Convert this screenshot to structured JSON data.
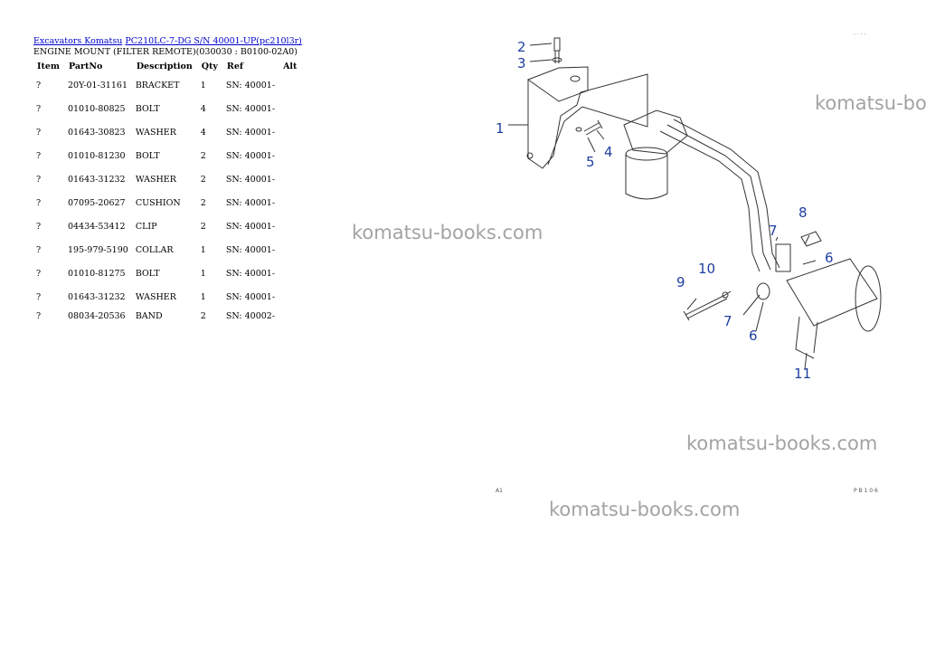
{
  "breadcrumb": {
    "link1": "Excavators Komatsu",
    "link2": "PC210LC-7-DG S/N 40001-UP(pc210l3r)"
  },
  "subtitle": "ENGINE MOUNT (FILTER REMOTE)(030030 : B0100-02A0)",
  "table": {
    "headers": [
      "Item",
      "PartNo",
      "Description",
      "Qty",
      "Ref",
      "Alt"
    ],
    "rows": [
      {
        "item": "?",
        "part": "20Y-01-31161",
        "desc": "BRACKET",
        "qty": "1",
        "ref": "SN: 40001-",
        "alt": ""
      },
      {
        "item": "?",
        "part": "01010-80825",
        "desc": "BOLT",
        "qty": "4",
        "ref": "SN: 40001-",
        "alt": ""
      },
      {
        "item": "?",
        "part": "01643-30823",
        "desc": "WASHER",
        "qty": "4",
        "ref": "SN: 40001-",
        "alt": ""
      },
      {
        "item": "?",
        "part": "01010-81230",
        "desc": "BOLT",
        "qty": "2",
        "ref": "SN: 40001-",
        "alt": ""
      },
      {
        "item": "?",
        "part": "01643-31232",
        "desc": "WASHER",
        "qty": "2",
        "ref": "SN: 40001-",
        "alt": ""
      },
      {
        "item": "?",
        "part": "07095-20627",
        "desc": "CUSHION",
        "qty": "2",
        "ref": "SN: 40001-",
        "alt": ""
      },
      {
        "item": "?",
        "part": "04434-53412",
        "desc": "CLIP",
        "qty": "2",
        "ref": "SN: 40001-",
        "alt": ""
      },
      {
        "item": "?",
        "part": "195-979-5190",
        "desc": "COLLAR",
        "qty": "1",
        "ref": "SN: 40001-",
        "alt": ""
      },
      {
        "item": "?",
        "part": "01010-81275",
        "desc": "BOLT",
        "qty": "1",
        "ref": "SN: 40001-",
        "alt": ""
      },
      {
        "item": "?",
        "part": "01643-31232",
        "desc": "WASHER",
        "qty": "1",
        "ref": "SN: 40001-",
        "alt": ""
      },
      {
        "item": "?",
        "part": "08034-20536",
        "desc": "BAND",
        "qty": "2",
        "ref": "SN: 40002-",
        "alt": ""
      }
    ]
  },
  "watermark": "komatsu-books.com",
  "diagram": {
    "callouts": [
      "1",
      "2",
      "3",
      "4",
      "5",
      "6",
      "6",
      "7",
      "7",
      "8",
      "9",
      "10",
      "11"
    ],
    "corner_bottom_left": "A1",
    "corner_bottom_right": "P B 1 0 6",
    "corner_top_right": "· · · ·"
  }
}
